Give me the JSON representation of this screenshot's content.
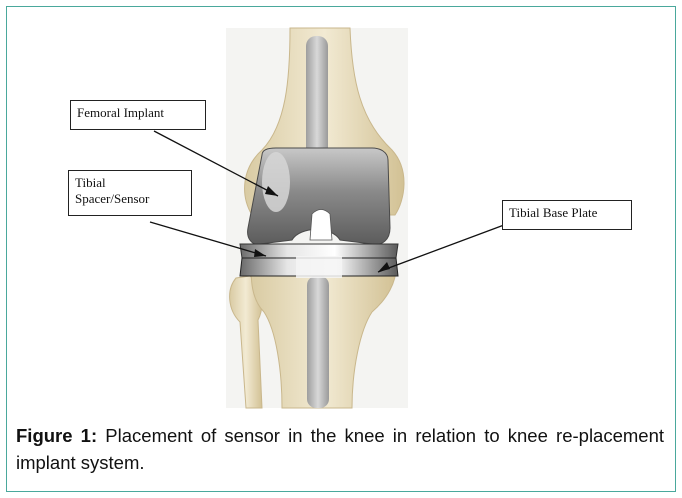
{
  "figure": {
    "callouts": {
      "femoral": "Femoral Implant",
      "tibial_spacer_line1": "Tibial",
      "tibial_spacer_line2": "Spacer/Sensor",
      "tibial_base": "Tibial Base Plate"
    },
    "caption_label": "Figure 1:",
    "caption_text": "Placement of sensor in the knee in relation to knee re-placement implant system."
  }
}
